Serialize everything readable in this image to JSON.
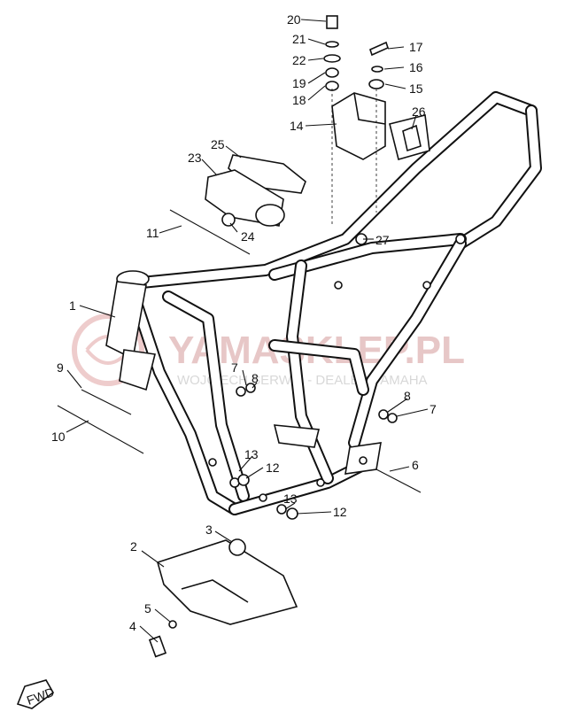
{
  "watermark": {
    "title": "YAMASKLEP.PL",
    "subtitle": "WOJCIECH SERWIS - DEALER YAMAHA"
  },
  "fwd_label": "FWD",
  "labels": [
    {
      "id": "1",
      "text": "1"
    },
    {
      "id": "2",
      "text": "2"
    },
    {
      "id": "3",
      "text": "3"
    },
    {
      "id": "4",
      "text": "4"
    },
    {
      "id": "5",
      "text": "5"
    },
    {
      "id": "6",
      "text": "6"
    },
    {
      "id": "7a",
      "text": "7"
    },
    {
      "id": "7b",
      "text": "7"
    },
    {
      "id": "8a",
      "text": "8"
    },
    {
      "id": "8b",
      "text": "8"
    },
    {
      "id": "9",
      "text": "9"
    },
    {
      "id": "10",
      "text": "10"
    },
    {
      "id": "11",
      "text": "11"
    },
    {
      "id": "12a",
      "text": "12"
    },
    {
      "id": "12b",
      "text": "12"
    },
    {
      "id": "13a",
      "text": "13"
    },
    {
      "id": "13b",
      "text": "13"
    },
    {
      "id": "14",
      "text": "14"
    },
    {
      "id": "15",
      "text": "15"
    },
    {
      "id": "16",
      "text": "16"
    },
    {
      "id": "17",
      "text": "17"
    },
    {
      "id": "18",
      "text": "18"
    },
    {
      "id": "19",
      "text": "19"
    },
    {
      "id": "20",
      "text": "20"
    },
    {
      "id": "21",
      "text": "21"
    },
    {
      "id": "22",
      "text": "22"
    },
    {
      "id": "23",
      "text": "23"
    },
    {
      "id": "24",
      "text": "24"
    },
    {
      "id": "25",
      "text": "25"
    },
    {
      "id": "26",
      "text": "26"
    },
    {
      "id": "27",
      "text": "27"
    }
  ]
}
